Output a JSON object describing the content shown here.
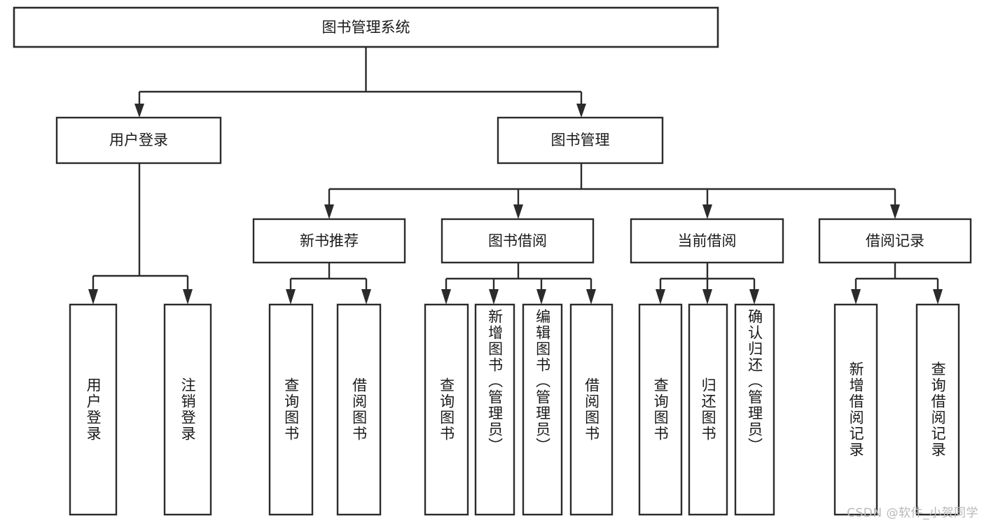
{
  "diagram": {
    "type": "tree-hierarchy-diagram",
    "title": "图书管理系统",
    "watermark": "CSDN @软件_小贺同学",
    "colors": {
      "background": "#ffffff",
      "box_stroke": "#2b2b2b",
      "box_fill": "#ffffff",
      "text": "#1a1a1a",
      "watermark": "#b8b8b8"
    },
    "levels": {
      "root": {
        "label": "图书管理系统"
      },
      "level2": [
        {
          "id": "user-login",
          "label": "用户登录"
        },
        {
          "id": "book-manage",
          "label": "图书管理"
        }
      ],
      "level3": [
        {
          "id": "new-book-recommend",
          "label": "新书推荐",
          "parent": "book-manage"
        },
        {
          "id": "book-borrow",
          "label": "图书借阅",
          "parent": "book-manage"
        },
        {
          "id": "current-borrow",
          "label": "当前借阅",
          "parent": "book-manage"
        },
        {
          "id": "borrow-record",
          "label": "借阅记录",
          "parent": "book-manage"
        }
      ],
      "leaves": [
        {
          "id": "leaf-user-login",
          "label": "用户登录",
          "parent": "user-login"
        },
        {
          "id": "leaf-logout-login",
          "label": "注销登录",
          "parent": "user-login"
        },
        {
          "id": "leaf-query-book-1",
          "label": "查询图书",
          "parent": "new-book-recommend"
        },
        {
          "id": "leaf-borrow-book-1",
          "label": "借阅图书",
          "parent": "new-book-recommend"
        },
        {
          "id": "leaf-query-book-2",
          "label": "查询图书",
          "parent": "book-borrow"
        },
        {
          "id": "leaf-add-book",
          "label": "新增图书（管理员）",
          "parent": "book-borrow"
        },
        {
          "id": "leaf-edit-book",
          "label": "编辑图书（管理员）",
          "parent": "book-borrow"
        },
        {
          "id": "leaf-borrow-book-2",
          "label": "借阅图书",
          "parent": "book-borrow"
        },
        {
          "id": "leaf-query-book-3",
          "label": "查询图书",
          "parent": "current-borrow"
        },
        {
          "id": "leaf-return-book",
          "label": "归还图书",
          "parent": "current-borrow"
        },
        {
          "id": "leaf-confirm-return",
          "label": "确认归还（管理员）",
          "parent": "current-borrow"
        },
        {
          "id": "leaf-add-record",
          "label": "新增借阅记录",
          "parent": "borrow-record"
        },
        {
          "id": "leaf-query-record",
          "label": "查询借阅记录",
          "parent": "borrow-record"
        }
      ]
    }
  }
}
